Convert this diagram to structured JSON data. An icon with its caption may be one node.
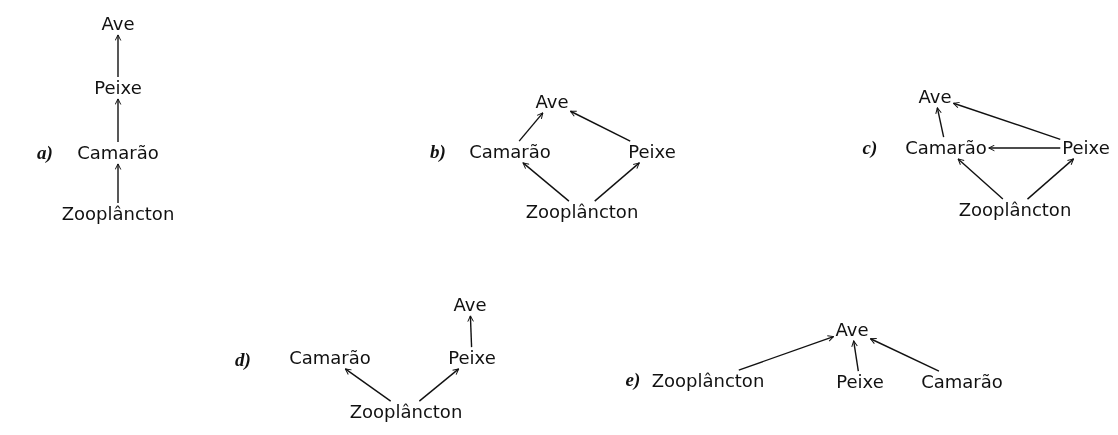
{
  "diagram": {
    "nodes": [
      {
        "text": [
          "Ave"
        ]
      },
      {
        "text": [
          "Peixe"
        ]
      },
      {
        "text": [
          "Camarão"
        ]
      },
      {
        "text": [
          "Zooplâncton"
        ]
      },
      {
        "text": [
          "Ave"
        ]
      },
      {
        "text": [
          "Camarão"
        ]
      },
      {
        "text": [
          "Peixe"
        ]
      },
      {
        "text": [
          "Zooplâncton"
        ]
      },
      {
        "text": [
          "Ave"
        ]
      },
      {
        "text": [
          "Camarão"
        ]
      },
      {
        "text": [
          "Peixe"
        ]
      },
      {
        "text": [
          "Zooplâncton"
        ]
      },
      {
        "text": [
          "Ave"
        ]
      },
      {
        "text": [
          "Camarão"
        ]
      },
      {
        "text": [
          "Peixe"
        ]
      },
      {
        "text": [
          "Zooplâncton"
        ]
      },
      {
        "text": [
          "Zooplâncton"
        ]
      },
      {
        "text": [
          "Ave"
        ]
      },
      {
        "text": [
          "Peixe"
        ]
      },
      {
        "text": [
          "Camarão"
        ]
      }
    ],
    "edges": [
      {
        "from": 1,
        "to": 0,
        "arrow": "to"
      },
      {
        "from": 2,
        "to": 1,
        "arrow": "to"
      },
      {
        "from": 3,
        "to": 2,
        "arrow": "to"
      },
      {
        "from": 5,
        "to": 4,
        "arrow": "to"
      },
      {
        "from": 6,
        "to": 4,
        "arrow": "to"
      },
      {
        "from": 7,
        "to": 5,
        "arrow": "to"
      },
      {
        "from": 7,
        "to": 6,
        "arrow": "to"
      },
      {
        "from": 9,
        "to": 8,
        "arrow": "to"
      },
      {
        "from": 10,
        "to": 8,
        "arrow": "to"
      },
      {
        "from": 10,
        "to": 9,
        "arrow": "to"
      },
      {
        "from": 11,
        "to": 9,
        "arrow": "to"
      },
      {
        "from": 11,
        "to": 10,
        "arrow": "to"
      },
      {
        "from": 14,
        "to": 12,
        "arrow": "to"
      },
      {
        "from": 15,
        "to": 13,
        "arrow": "to"
      },
      {
        "from": 15,
        "to": 14,
        "arrow": "to"
      },
      {
        "from": 16,
        "to": 17,
        "arrow": "to"
      },
      {
        "from": 18,
        "to": 17,
        "arrow": "to"
      },
      {
        "from": 19,
        "to": 17,
        "arrow": "to"
      }
    ],
    "labels": [
      "a)",
      "b)",
      "c)",
      "d)",
      "e)"
    ]
  }
}
